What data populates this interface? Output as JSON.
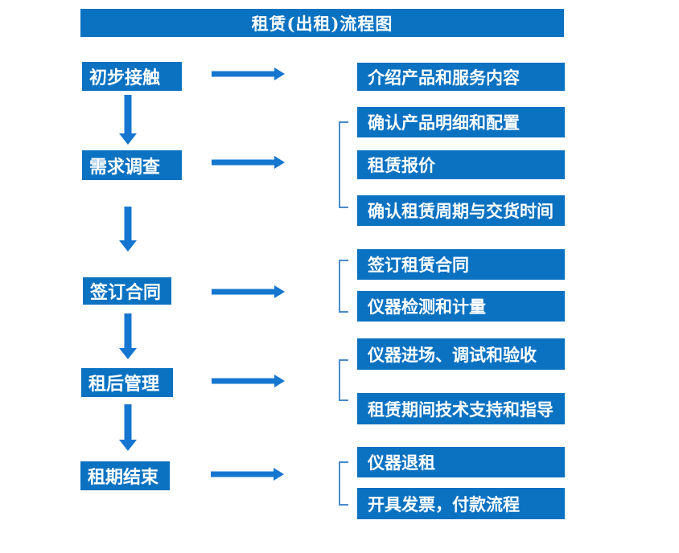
{
  "title": "租赁(出租)流程图",
  "steps": [
    {
      "label": "初步接触",
      "outputs": [
        "介绍产品和服务内容"
      ]
    },
    {
      "label": "需求调查",
      "outputs": [
        "确认产品明细和配置",
        "租赁报价",
        "确认租赁周期与交货时间"
      ]
    },
    {
      "label": "签订合同",
      "outputs": [
        "签订租赁合同",
        "仪器检测和计量"
      ]
    },
    {
      "label": "租后管理",
      "outputs": [
        "仪器进场、调试和验收",
        "租赁期间技术支持和指导"
      ]
    },
    {
      "label": "租期结束",
      "outputs": [
        "仪器退租",
        "开具发票，付款流程"
      ]
    }
  ],
  "colors": {
    "box_fill": "#0b72c2",
    "arrow": "#1576d0",
    "bracket": "#4a8ac9",
    "text": "#ffffff",
    "background": "#ffffff"
  }
}
